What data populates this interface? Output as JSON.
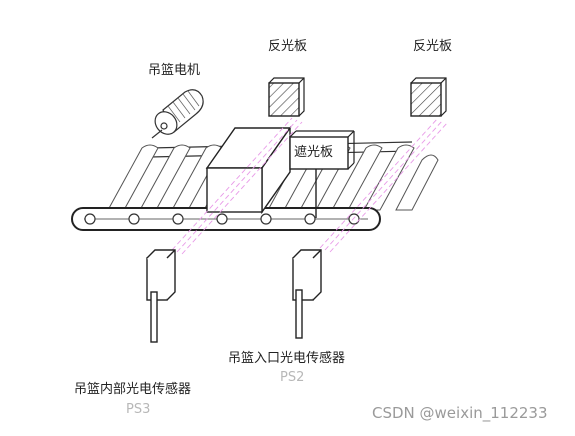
{
  "diagram": {
    "labels": {
      "basket_motor": "吊篮电机",
      "reflector_1": "反光板",
      "reflector_2": "反光板",
      "shading_plate": "遮光板",
      "entrance_sensor": "吊篮入口光电传感器",
      "entrance_sensor_code": "PS2",
      "inner_sensor": "吊篮内部光电传感器",
      "inner_sensor_code": "PS3"
    },
    "watermark": "CSDN @weixin_112233"
  },
  "colors": {
    "line": "#333333",
    "beam": "#e89ae8",
    "watermark": "#9a9a9a"
  }
}
